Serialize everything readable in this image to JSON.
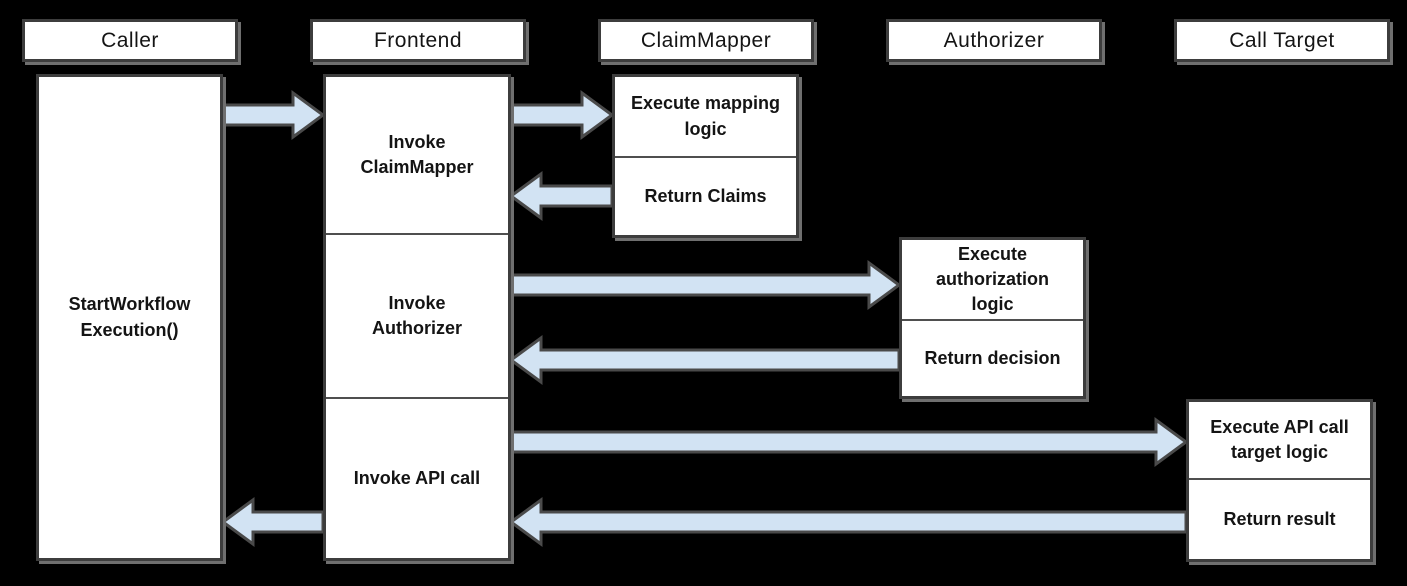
{
  "diagram": {
    "type": "sequence-diagram",
    "lifelines": [
      {
        "id": "caller",
        "label": "Caller"
      },
      {
        "id": "frontend",
        "label": "Frontend"
      },
      {
        "id": "claimmapper",
        "label": "ClaimMapper"
      },
      {
        "id": "authorizer",
        "label": "Authorizer"
      },
      {
        "id": "calltarget",
        "label": "Call Target"
      }
    ],
    "caller_activation": {
      "label": "StartWorkflow Execution()"
    },
    "frontend_segments": [
      {
        "label": "Invoke ClaimMapper"
      },
      {
        "label": "Invoke Authorizer"
      },
      {
        "label": "Invoke API call"
      }
    ],
    "claimmapper_segments": [
      {
        "label": "Execute mapping logic"
      },
      {
        "label": "Return Claims"
      }
    ],
    "authorizer_segments": [
      {
        "label": "Execute authorization logic"
      },
      {
        "label": "Return decision"
      }
    ],
    "calltarget_segments": [
      {
        "label": "Execute API call target logic"
      },
      {
        "label": "Return result"
      }
    ],
    "arrows": [
      {
        "from": "caller",
        "to": "frontend",
        "direction": "right"
      },
      {
        "from": "frontend",
        "to": "claimmapper",
        "direction": "right"
      },
      {
        "from": "claimmapper",
        "to": "frontend",
        "direction": "left"
      },
      {
        "from": "frontend",
        "to": "authorizer",
        "direction": "right"
      },
      {
        "from": "authorizer",
        "to": "frontend",
        "direction": "left"
      },
      {
        "from": "frontend",
        "to": "calltarget",
        "direction": "right"
      },
      {
        "from": "calltarget",
        "to": "frontend",
        "direction": "left"
      },
      {
        "from": "frontend",
        "to": "caller",
        "direction": "left"
      }
    ],
    "colors": {
      "background": "#000000",
      "box_fill": "#ffffff",
      "box_border": "#3d3d3d",
      "arrow_fill": "#d2e3f3",
      "arrow_stroke": "#4a4a4a"
    }
  }
}
